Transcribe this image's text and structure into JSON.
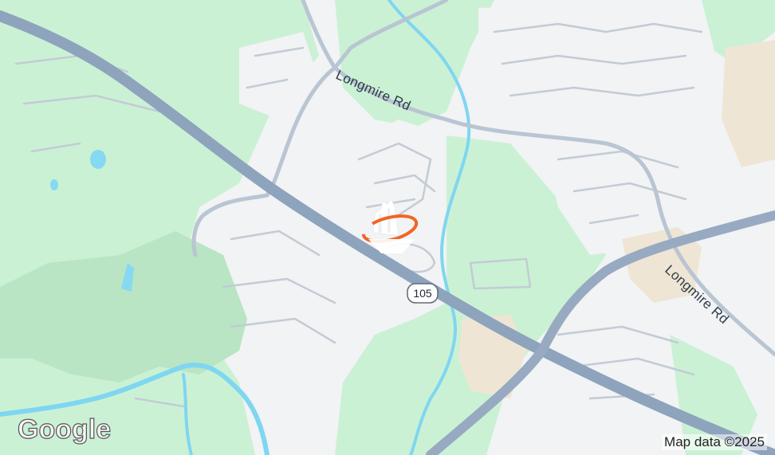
{
  "map": {
    "roads": {
      "longmire_upper": "Longmire Rd",
      "longmire_lower": "Longmire Rd",
      "route_shield": "105"
    },
    "attribution": "Map data ©2025",
    "logo_text": "Google",
    "colors": {
      "land": "#f1f3f4",
      "park": "#c9f0d3",
      "forest": "#b7e4c2",
      "water": "#79d4ee",
      "highway": "#8fa3bd",
      "arterial": "#b6c2cf",
      "local_road": "#c6ced8",
      "developed": "#ede4d6",
      "marker_accent": "#f26522"
    },
    "marker_icon": "building-location-marker-icon"
  }
}
